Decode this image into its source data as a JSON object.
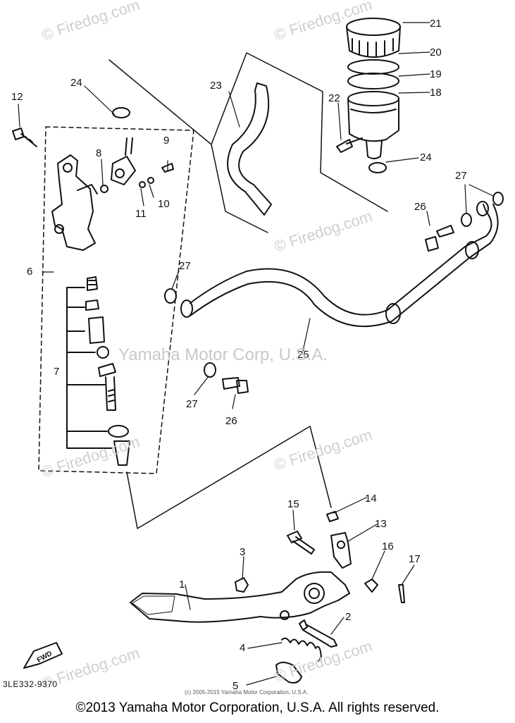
{
  "callouts": [
    "1",
    "2",
    "3",
    "4",
    "5",
    "6",
    "7",
    "8",
    "9",
    "10",
    "11",
    "12",
    "13",
    "14",
    "15",
    "16",
    "17",
    "18",
    "19",
    "20",
    "21",
    "22",
    "23",
    "24",
    "24",
    "25",
    "26",
    "26",
    "27",
    "27",
    "27"
  ],
  "watermarks": {
    "site": "© Firedog.com",
    "corp": "Yamaha Motor Corp, U.S.A."
  },
  "fwd_label": "FWD",
  "part_code": "3LE332-9370",
  "small_copyright": "(c) 2005-2015 Yamaha Motor Corporation, U.S.A.",
  "footer": "©2013 Yamaha Motor Corporation, U.S.A. All rights reserved."
}
